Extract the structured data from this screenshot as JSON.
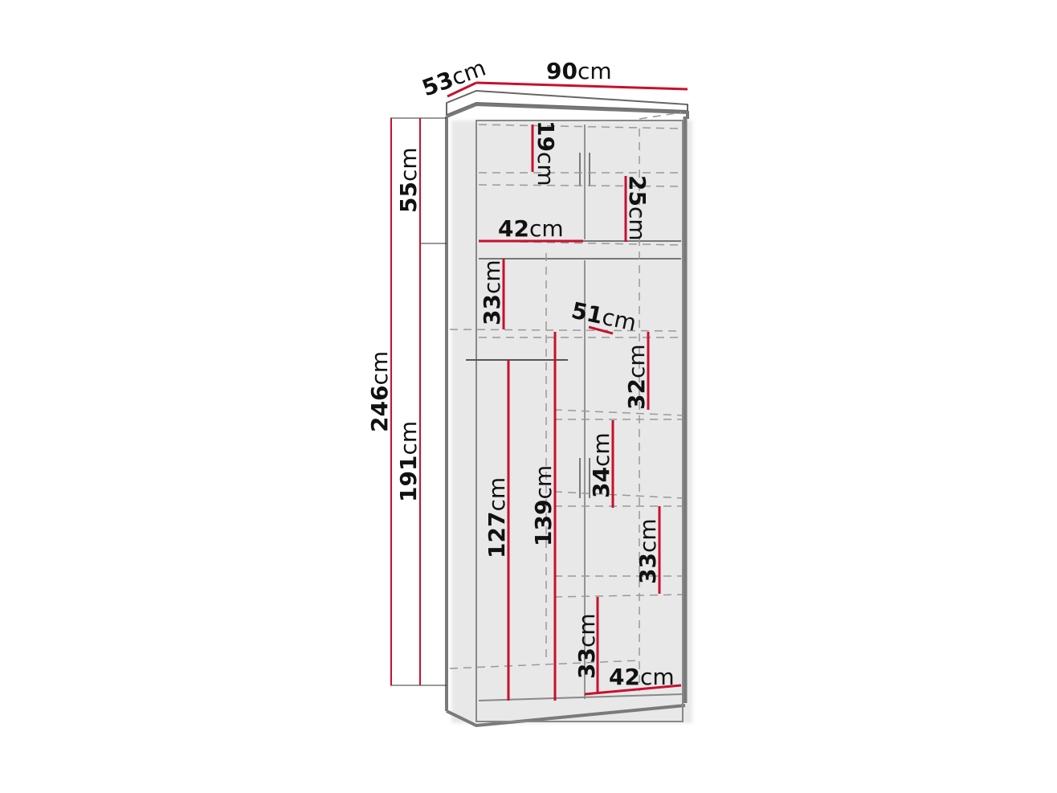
{
  "diagram": {
    "subject": "wardrobe",
    "accent_color": "#c8102e",
    "outline_color": "#777777",
    "overall": {
      "width": {
        "value": "90",
        "unit": "cm"
      },
      "depth": {
        "value": "53",
        "unit": "cm"
      },
      "height_total": {
        "value": "246",
        "unit": "cm"
      },
      "height_top": {
        "value": "55",
        "unit": "cm"
      },
      "height_bottom": {
        "value": "191",
        "unit": "cm"
      }
    },
    "top_section": {
      "shelf_left_height": {
        "value": "19",
        "unit": "cm"
      },
      "shelf_right_height": {
        "value": "25",
        "unit": "cm"
      },
      "compartment_width": {
        "value": "42",
        "unit": "cm"
      }
    },
    "bottom_section": {
      "top_left_height": {
        "value": "33",
        "unit": "cm"
      },
      "inner_depth": {
        "value": "51",
        "unit": "cm"
      },
      "hanging_short": {
        "value": "127",
        "unit": "cm"
      },
      "hanging_long": {
        "value": "139",
        "unit": "cm"
      },
      "shelf_1": {
        "value": "32",
        "unit": "cm"
      },
      "shelf_2": {
        "value": "34",
        "unit": "cm"
      },
      "shelf_3": {
        "value": "33",
        "unit": "cm"
      },
      "shelf_4": {
        "value": "33",
        "unit": "cm"
      },
      "compartment_width": {
        "value": "42",
        "unit": "cm"
      }
    }
  }
}
